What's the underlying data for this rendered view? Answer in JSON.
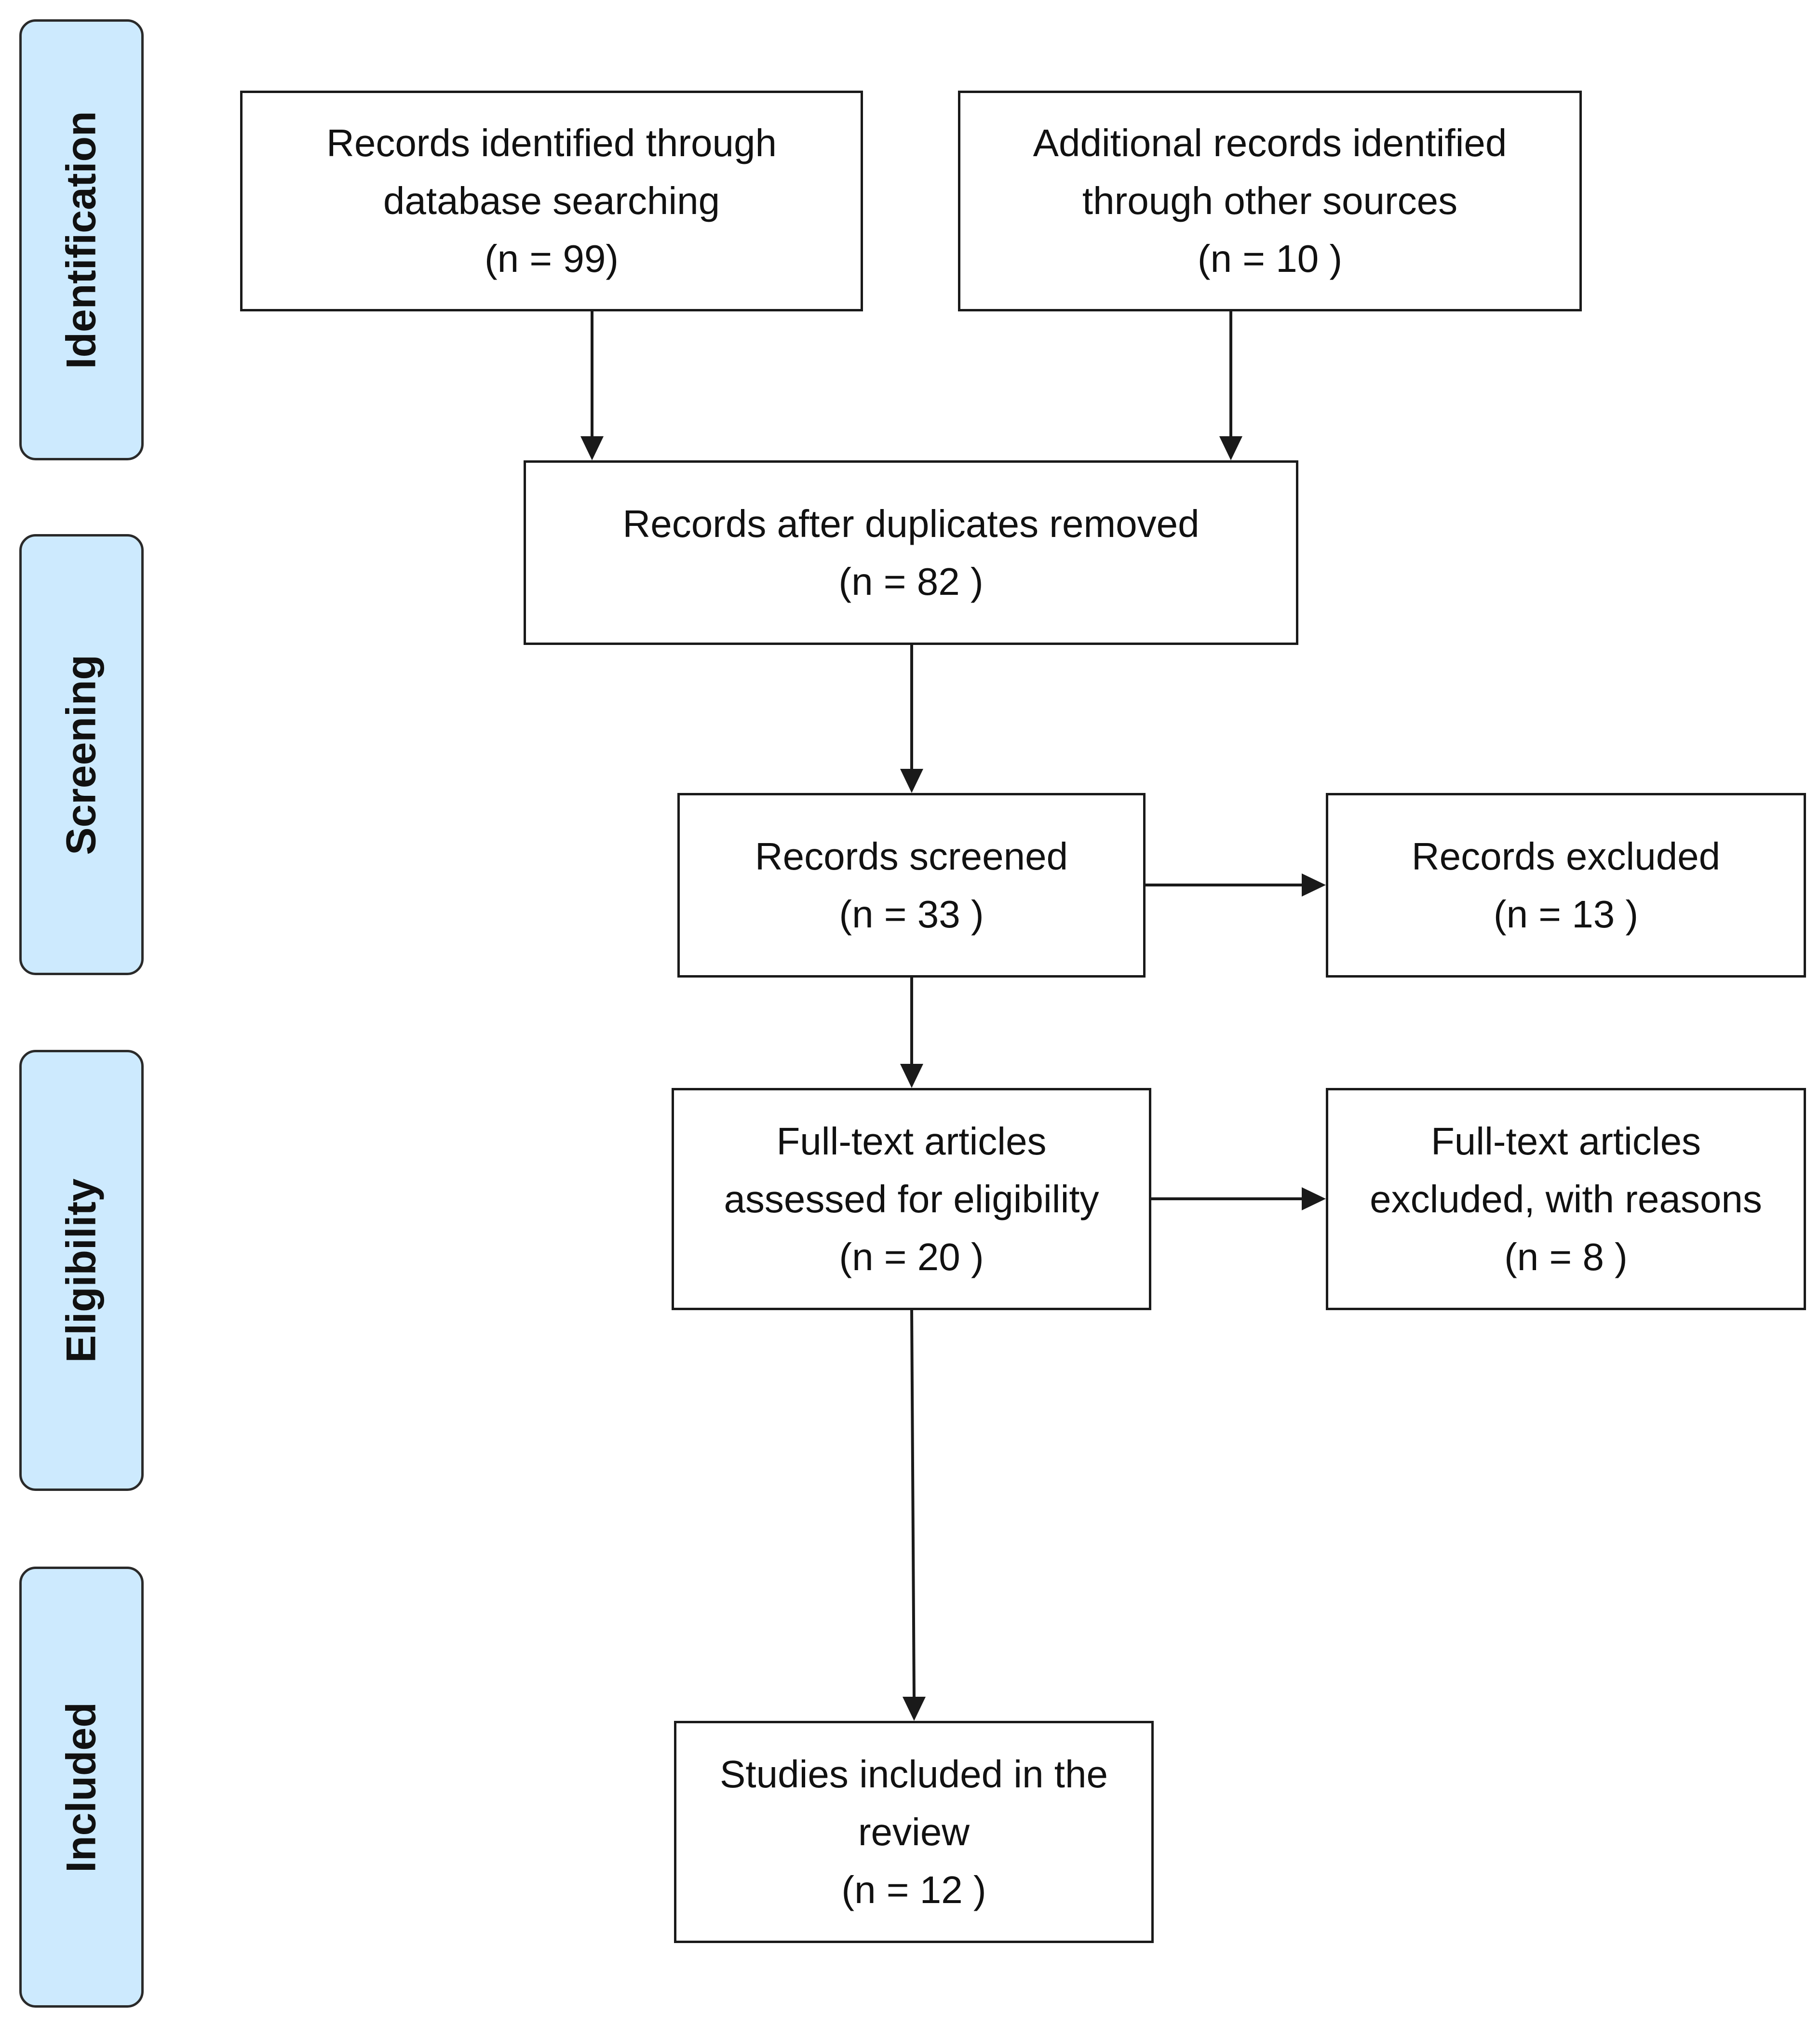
{
  "phases": {
    "identification": "Identification",
    "screening": "Screening",
    "eligibility": "Eligibility",
    "included": "Included"
  },
  "boxes": {
    "database_search": {
      "line1": "Records identified through",
      "line2": "database searching",
      "count": "(n = 99)"
    },
    "other_sources": {
      "line1": "Additional records identified",
      "line2": "through other sources",
      "count": "(n = 10  )"
    },
    "duplicates_removed": {
      "line1": "Records after duplicates removed",
      "count": "(n = 82 )"
    },
    "screened": {
      "line1": "Records screened",
      "count": "(n = 33 )"
    },
    "excluded": {
      "line1": "Records excluded",
      "count": "(n = 13 )"
    },
    "fulltext_assessed": {
      "line1": "Full-text articles",
      "line2": "assessed for eligibility",
      "count": "(n = 20  )"
    },
    "fulltext_excluded": {
      "line1": "Full-text articles",
      "line2": "excluded, with reasons",
      "count": "(n =  8 )"
    },
    "included_studies": {
      "line1": "Studies included in the",
      "line2": "review",
      "count": "(n = 12 )"
    }
  },
  "colors": {
    "phase_fill": "#cdeafe",
    "stroke": "#1a1a1a"
  }
}
